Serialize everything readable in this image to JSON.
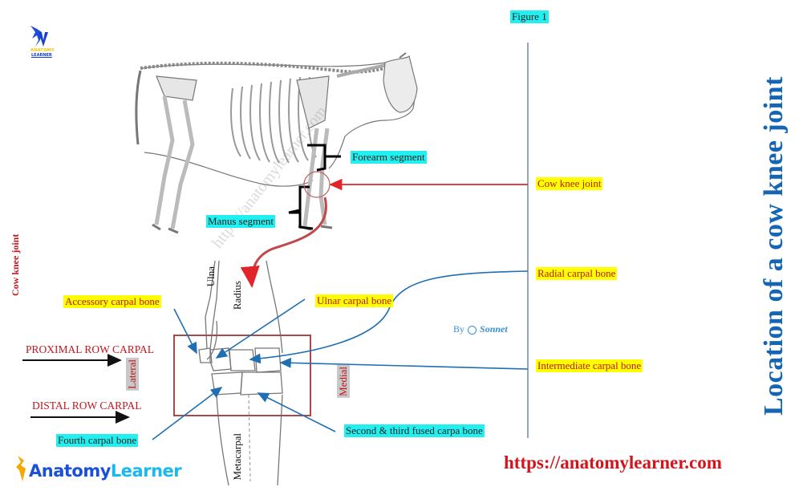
{
  "figure_label": "Figure 1",
  "title": "Location of a cow knee joint",
  "side_title": "Cow knee joint",
  "website_url": "https://anatomylearner.com",
  "watermark": "https://anatomylearner.com",
  "brand": {
    "part1": "Anatomy",
    "part2": "Learner"
  },
  "mini_logo": {
    "line1": "ANATOMY",
    "line2": "LEARNER"
  },
  "credit": {
    "by": "By",
    "name": "Sonnet"
  },
  "skeleton_labels": {
    "forearm_segment": "Forearm segment",
    "manus_segment": "Manus segment"
  },
  "right_labels": {
    "cow_knee_joint": "Cow knee joint",
    "radial_carpal_bone": "Radial carpal bone",
    "intermediate_carpal_bone": "Intermediate carpal bone"
  },
  "carpal_labels": {
    "accessory_carpal_bone": "Accessory carpal bone",
    "ulnar_carpal_bone": "Ulnar carpal bone",
    "fourth_carpal_bone": "Fourth carpal bone",
    "second_third_fused": "Second & third fused carpa bone"
  },
  "bone_labels": {
    "ulna": "Ulna",
    "radius": "Radius",
    "metacarpal": "Metacarpal"
  },
  "row_labels": {
    "proximal": "PROXIMAL ROW CARPAL",
    "distal": "DISTAL ROW CARPAL"
  },
  "orientation": {
    "lateral": "Lateral",
    "medial": "Medial"
  },
  "colors": {
    "title_blue": "#1565b5",
    "label_red": "#c4161c",
    "highlight_yellow": "#ffff00",
    "highlight_cyan": "#22f0f0",
    "pointer_blue": "#1f6fb2",
    "box_maroon": "#a84a4a",
    "url_red": "#d4141a"
  }
}
